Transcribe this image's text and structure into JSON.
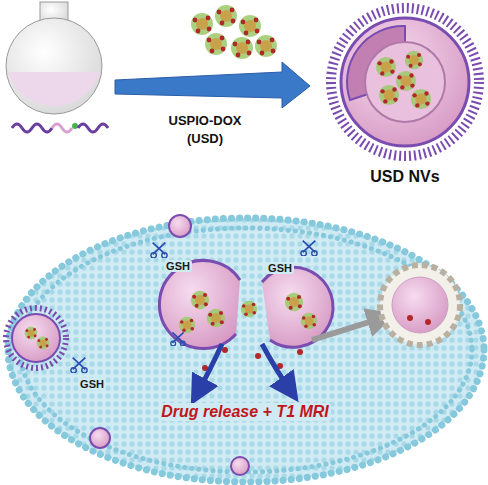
{
  "diagram": {
    "labels": [
      "USPIO-DOX (USD)",
      "USD NVs",
      "GSH",
      "GSH",
      "GSH",
      "Drug release + T1 MRI"
    ]
  }
}
